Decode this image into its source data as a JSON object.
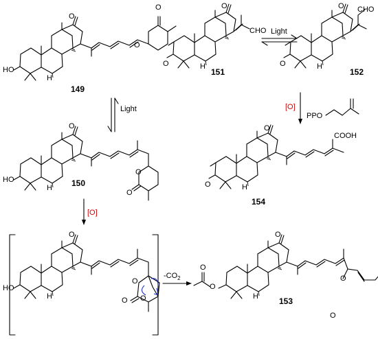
{
  "compounds": {
    "c149": "149",
    "c150": "150",
    "c151": "151",
    "c152": "152",
    "c153": "153",
    "c154": "154"
  },
  "reactions": {
    "light_top": "Light",
    "light_mid": "Light",
    "oxidation_left": "[O]",
    "oxidation_right": "[O]",
    "ppo_reagent": "PPO",
    "decarboxylation_minus": "-CO",
    "decarboxylation_sub": "2"
  },
  "atoms": {
    "O": "O",
    "HO": "HO",
    "H": "H",
    "CHO": "CHO",
    "COOH": "COOH"
  },
  "colors": {
    "oxidant": "#d10000",
    "electron_arrows": "#1f2fd0",
    "bonds": "#000000"
  }
}
